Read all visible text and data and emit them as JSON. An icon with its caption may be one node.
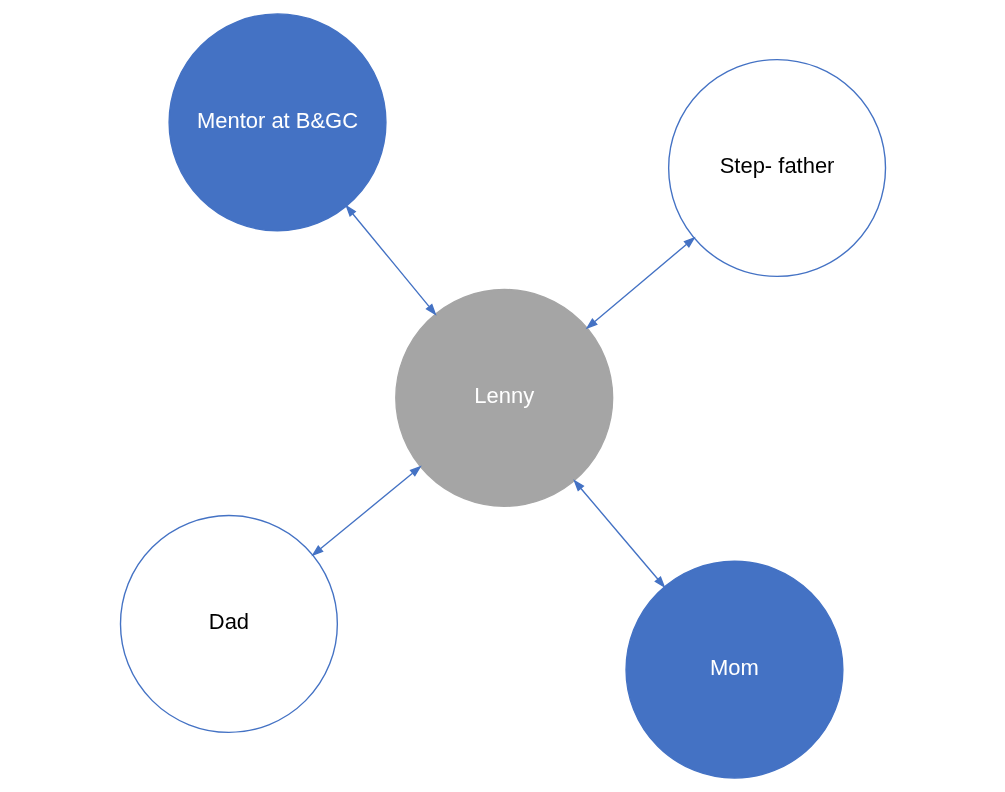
{
  "diagram": {
    "nodes": [
      {
        "text": [
          "Dad"
        ]
      },
      {
        "text": [
          "Mom"
        ]
      },
      {
        "text": [
          "Lenny"
        ]
      },
      {
        "text": [
          "Mentor at B&GC"
        ]
      },
      {
        "text": [
          "Step- father"
        ]
      }
    ],
    "edges": [
      {
        "from": 2,
        "to": 0,
        "arrow": "both"
      },
      {
        "from": 2,
        "to": 1,
        "arrow": "both"
      },
      {
        "from": 2,
        "to": 3,
        "arrow": "both"
      },
      {
        "from": 2,
        "to": 4,
        "arrow": "both"
      }
    ]
  }
}
